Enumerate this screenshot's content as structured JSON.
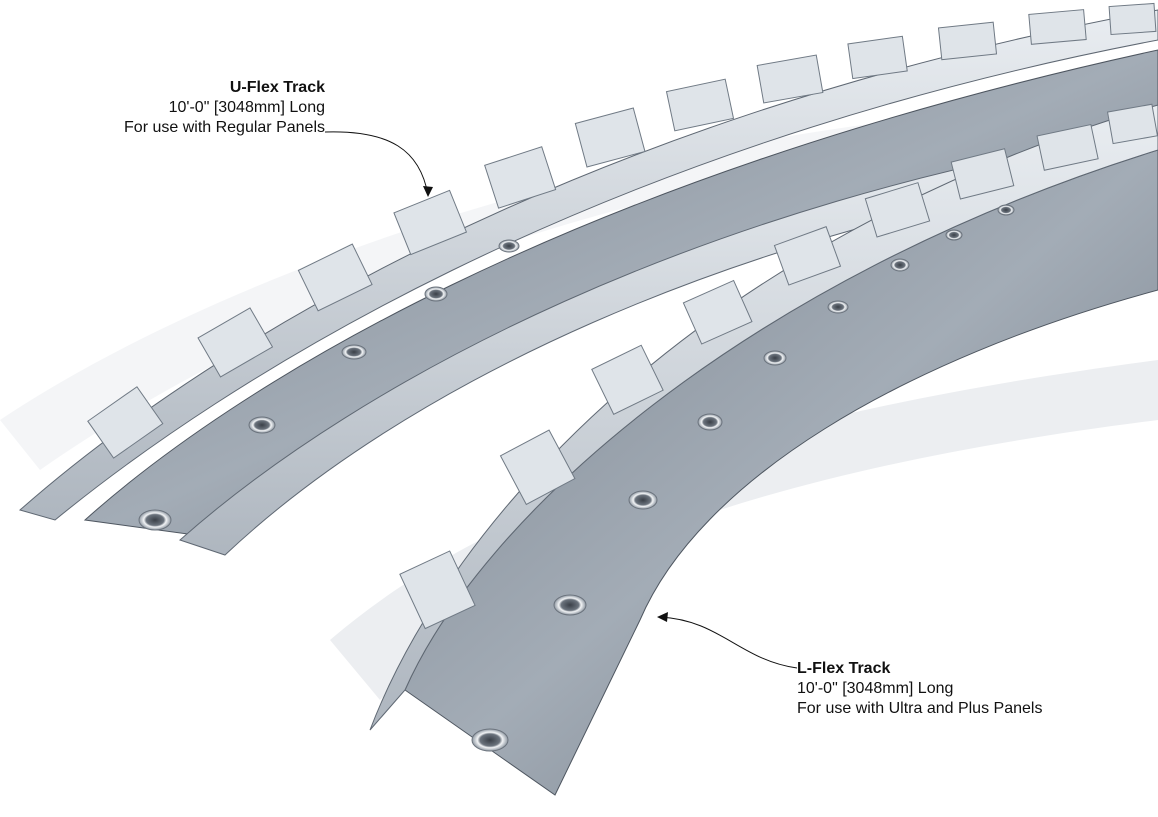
{
  "u_flex": {
    "title": "U-Flex Track",
    "length": "10'-0\" [3048mm] Long",
    "usage": "For use with Regular Panels"
  },
  "l_flex": {
    "title": "L-Flex Track",
    "length": "10'-0\" [3048mm] Long",
    "usage": "For use with Ultra and Plus Panels"
  },
  "colors": {
    "steel_light": "#d7dde4",
    "steel_mid": "#9aa3ad",
    "steel_dark": "#5f6873",
    "shadow": "#e6e8eb"
  }
}
